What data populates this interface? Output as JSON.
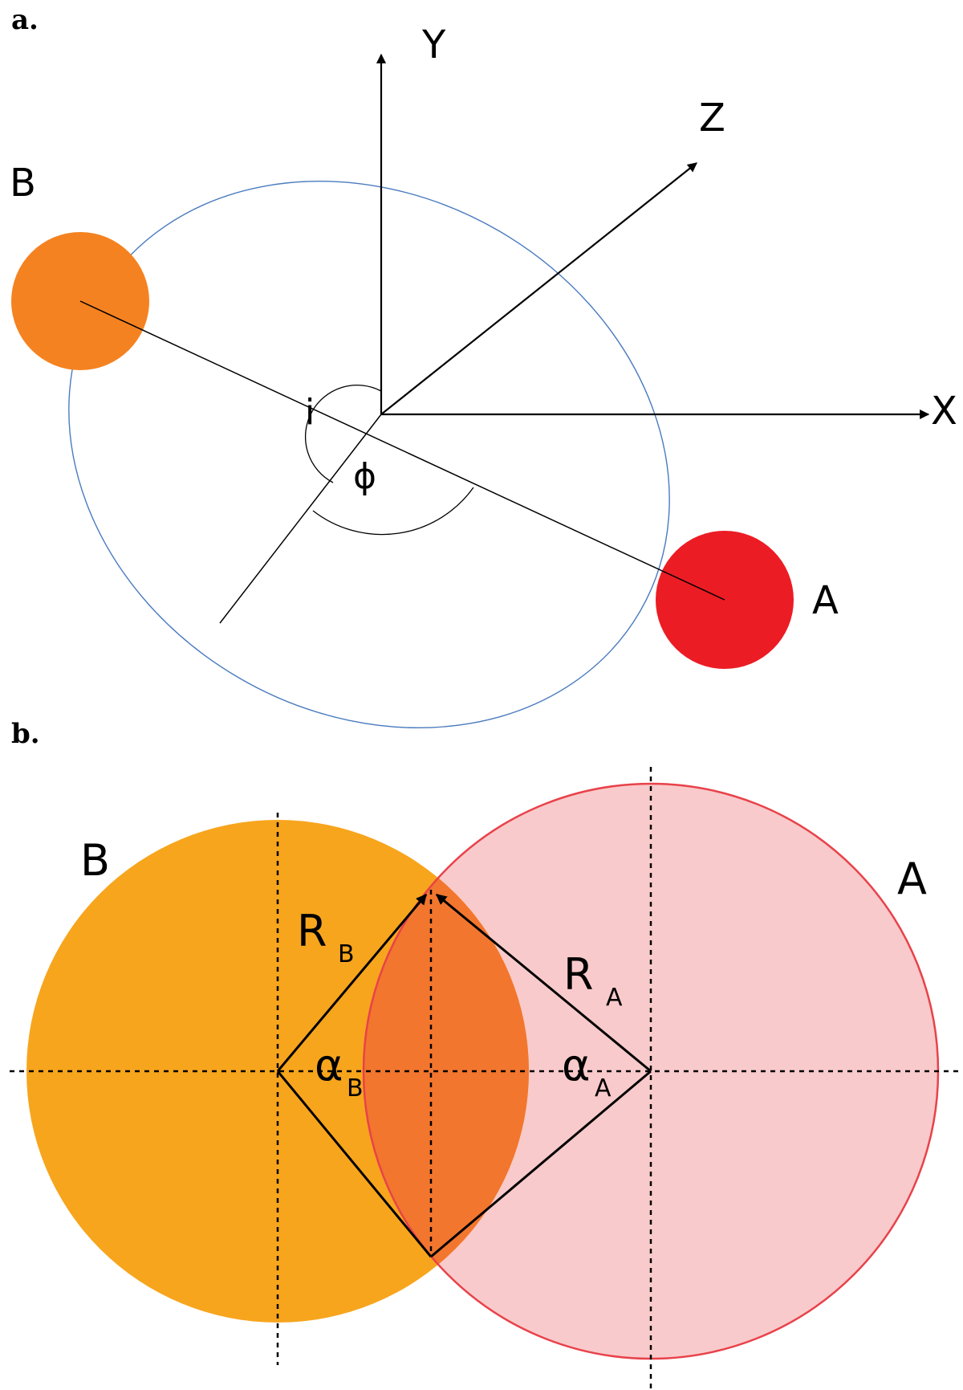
{
  "panel_a": {
    "label": "a.",
    "axes": {
      "x": "X",
      "y": "Y",
      "z": "Z"
    },
    "bodies": {
      "a": "A",
      "b": "B"
    },
    "angles": {
      "inclination": "i",
      "phase": "ϕ"
    }
  },
  "panel_b": {
    "label": "b.",
    "bodies": {
      "a": "A",
      "b": "B"
    },
    "radius_a": {
      "main": "R",
      "sub": "A"
    },
    "radius_b": {
      "main": "R",
      "sub": "B"
    },
    "alpha_a": {
      "main": "α",
      "sub": "A"
    },
    "alpha_b": {
      "main": "α",
      "sub": "B"
    }
  },
  "colors": {
    "star_a_panel_a": "#ec1c24",
    "star_b_panel_a": "#f58220",
    "orbit": "#4a7bbf",
    "star_b_panel_b": "#f7a51d",
    "star_a_panel_b_fill": "#f9cacb",
    "star_a_panel_b_edge": "#e8424a",
    "overlap": "#f2762e"
  }
}
